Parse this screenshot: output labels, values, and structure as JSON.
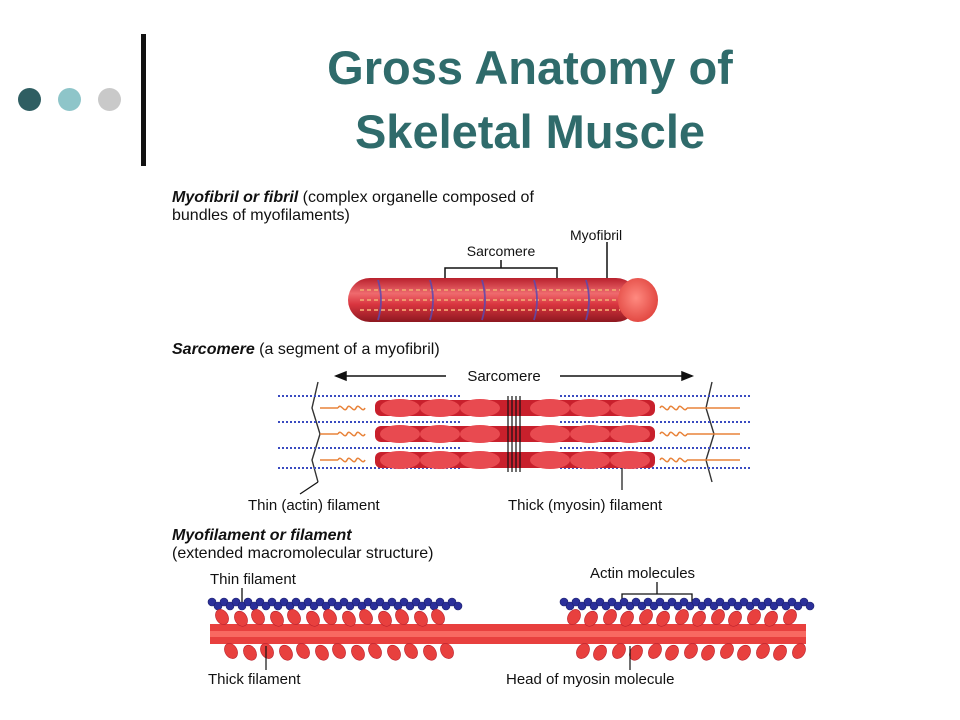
{
  "slide": {
    "title_line1": "Gross Anatomy of",
    "title_line2": "Skeletal Muscle"
  },
  "bullet_dots": [
    {
      "name": "dark-teal",
      "color": "#2f5e62"
    },
    {
      "name": "light-teal",
      "color": "#8ec5c9"
    },
    {
      "name": "light-gray",
      "color": "#c9c9c9"
    }
  ],
  "colors": {
    "title": "#2f6b6b",
    "muscle_red": "#d9353f",
    "thin_blue": "#2b2f9a"
  },
  "figure": {
    "myofibril": {
      "heading_bold": "Myofibril or fibril",
      "heading_rest": " (complex organelle composed of",
      "heading_line2": "bundles of myofilaments)",
      "label_sarcomere": "Sarcomere",
      "label_myofibril": "Myofibril"
    },
    "sarcomere": {
      "heading_bold": "Sarcomere",
      "heading_rest": " (a segment of a myofibril)",
      "label_span": "Sarcomere",
      "label_thin": "Thin (actin) filament",
      "label_thick": "Thick (myosin) filament"
    },
    "myofilament": {
      "heading_bold": "Myofilament or filament",
      "heading_line2": "(extended macromolecular structure)",
      "label_thin": "Thin filament",
      "label_actin": "Actin molecules",
      "label_thick": "Thick filament",
      "label_head": "Head of myosin molecule"
    }
  }
}
